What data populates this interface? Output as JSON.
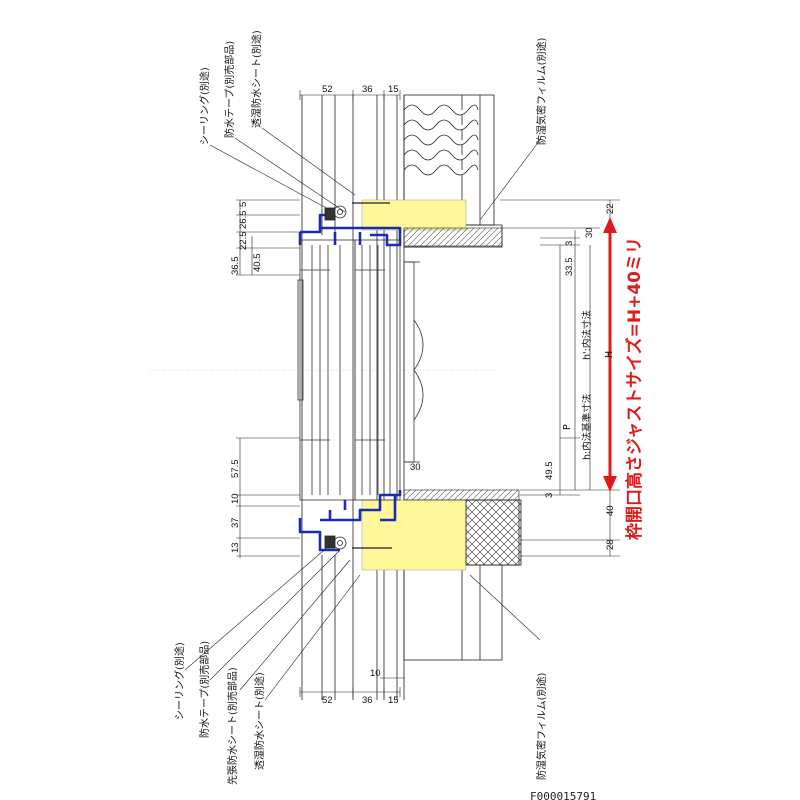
{
  "colors": {
    "frame": "#1c2bb5",
    "insulation": "#fbf4a6",
    "highlight": "#fff799",
    "accent": "#e01a1a",
    "line": "#222222"
  },
  "top_dimensions": [
    "52",
    "36",
    "15"
  ],
  "bottom_dimensions": [
    "52",
    "36",
    "15",
    "10"
  ],
  "left_dimensions": {
    "top": [
      "5",
      "26.5",
      "22.5",
      "36.5",
      "40.5"
    ],
    "bottom": [
      "57.5",
      "10",
      "37",
      "13"
    ]
  },
  "right_dimensions": [
    "22",
    "30",
    "3",
    "33.5",
    "49.5",
    "3",
    "40",
    "28",
    "30"
  ],
  "right_labels": {
    "h_prime": "h':内法寸法",
    "h": "h:内法基準寸法",
    "H": "H",
    "P": "P"
  },
  "red_note": "枠開口高さジャストサイズ=H+40ミリ",
  "callouts_top": [
    "シーリング(別途)",
    "防水テープ(別売部品)",
    "透湿防水シート(別途)"
  ],
  "callouts_top_right": [
    "防湿気密フィルム(別途)"
  ],
  "callouts_bottom": [
    "シーリング(別途)",
    "防水テープ(別売部品)",
    "先張防水シート(別売部品)",
    "透湿防水シート(別途)"
  ],
  "callouts_bottom_right": [
    "防湿気密フィルム(別途)"
  ],
  "drawing_id": "F000015791"
}
